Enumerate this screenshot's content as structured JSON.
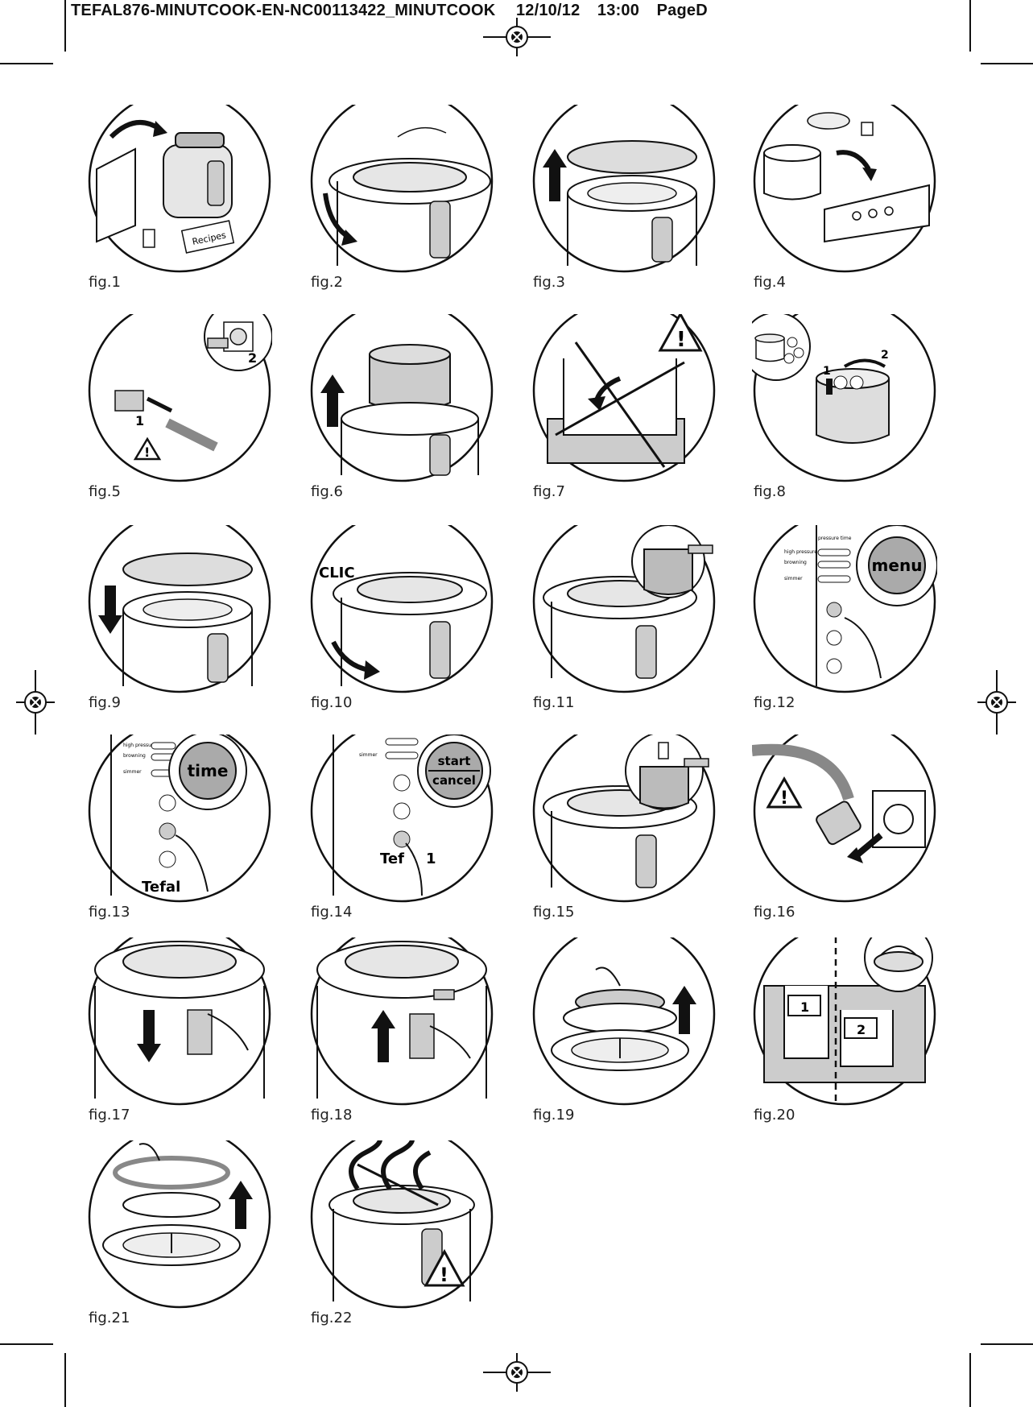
{
  "header": {
    "slug": "TEFAL876-MINUTCOOK-EN-NC00113422_MINUTCOOK",
    "date": "12/10/12",
    "time": "13:00",
    "page": "PageD"
  },
  "figures": [
    {
      "caption": "fig.1",
      "labels": [
        "Recipes"
      ]
    },
    {
      "caption": "fig.2",
      "labels": []
    },
    {
      "caption": "fig.3",
      "labels": []
    },
    {
      "caption": "fig.4",
      "labels": []
    },
    {
      "caption": "fig.5",
      "labels": [
        "1",
        "2"
      ]
    },
    {
      "caption": "fig.6",
      "labels": []
    },
    {
      "caption": "fig.7",
      "labels": []
    },
    {
      "caption": "fig.8",
      "labels": [
        "1",
        "2"
      ]
    },
    {
      "caption": "fig.9",
      "labels": []
    },
    {
      "caption": "fig.10",
      "labels": [
        "CLIC"
      ]
    },
    {
      "caption": "fig.11",
      "labels": []
    },
    {
      "caption": "fig.12",
      "labels": [
        "menu",
        "pressure time",
        "high pressure",
        "browning",
        "simmer"
      ]
    },
    {
      "caption": "fig.13",
      "labels": [
        "time",
        "high pressure",
        "browning",
        "simmer",
        "Tefal"
      ]
    },
    {
      "caption": "fig.14",
      "labels": [
        "start",
        "cancel",
        "simmer",
        "Tef",
        "1"
      ]
    },
    {
      "caption": "fig.15",
      "labels": []
    },
    {
      "caption": "fig.16",
      "labels": []
    },
    {
      "caption": "fig.17",
      "labels": []
    },
    {
      "caption": "fig.18",
      "labels": []
    },
    {
      "caption": "fig.19",
      "labels": []
    },
    {
      "caption": "fig.20",
      "labels": [
        "1",
        "2"
      ]
    },
    {
      "caption": "fig.21",
      "labels": []
    },
    {
      "caption": "fig.22",
      "labels": []
    }
  ]
}
